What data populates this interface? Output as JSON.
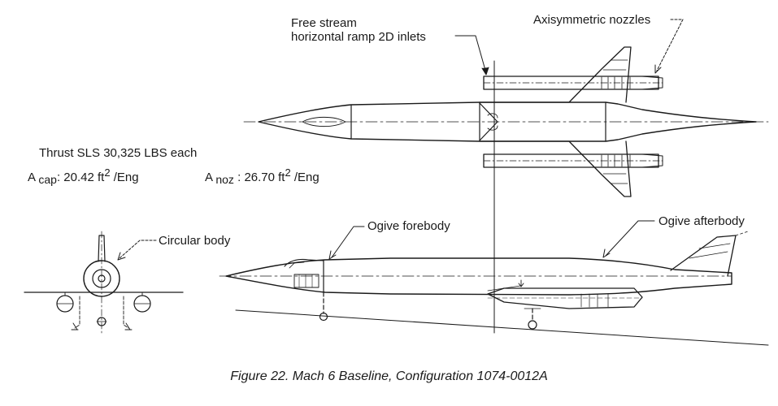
{
  "callouts": {
    "free_stream_line1": "Free stream",
    "free_stream_line2": "horizontal ramp 2D inlets",
    "axisymmetric_nozzles": "Axisymmetric nozzles",
    "circular_body": "Circular body",
    "ogive_forebody": "Ogive forebody",
    "ogive_afterbody": "Ogive afterbody"
  },
  "specs": {
    "thrust": "Thrust SLS  30,325  LBS each",
    "acap_symbol": "A",
    "acap_sub": "cap",
    "acap_value": ": 20.42 ft",
    "acap_exp": "2",
    "acap_unit": " /Eng",
    "anoz_symbol": "A",
    "anoz_sub": "noz",
    "anoz_value": " : 26.70 ft",
    "anoz_exp": "2",
    "anoz_unit": " /Eng"
  },
  "caption": "Figure 22.  Mach 6 Baseline, Configuration 1074-0012A",
  "colors": {
    "ink": "#1a1a1a",
    "background": "#ffffff"
  }
}
